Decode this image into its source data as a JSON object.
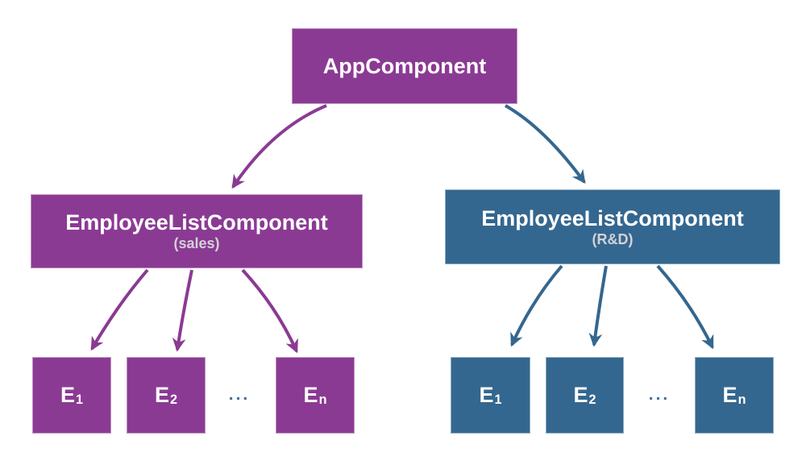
{
  "colors": {
    "purple": "#8b3a93",
    "blue": "#34678f",
    "subtitle_text": "#d2d2d8",
    "ellipsis_text": "#43709b",
    "node_text": "#ffffff",
    "background": "#ffffff"
  },
  "root": {
    "label": "AppComponent"
  },
  "trees": {
    "sales": {
      "title": "EmployeeListComponent",
      "subtitle": "(sales)",
      "ellipsis": "...",
      "children": [
        {
          "base": "E",
          "sub": "1"
        },
        {
          "base": "E",
          "sub": "2"
        },
        {
          "base": "E",
          "sub": "n"
        }
      ]
    },
    "rd": {
      "title": "EmployeeListComponent",
      "subtitle": "(R&D)",
      "ellipsis": "...",
      "children": [
        {
          "base": "E",
          "sub": "1"
        },
        {
          "base": "E",
          "sub": "2"
        },
        {
          "base": "E",
          "sub": "n"
        }
      ]
    }
  }
}
